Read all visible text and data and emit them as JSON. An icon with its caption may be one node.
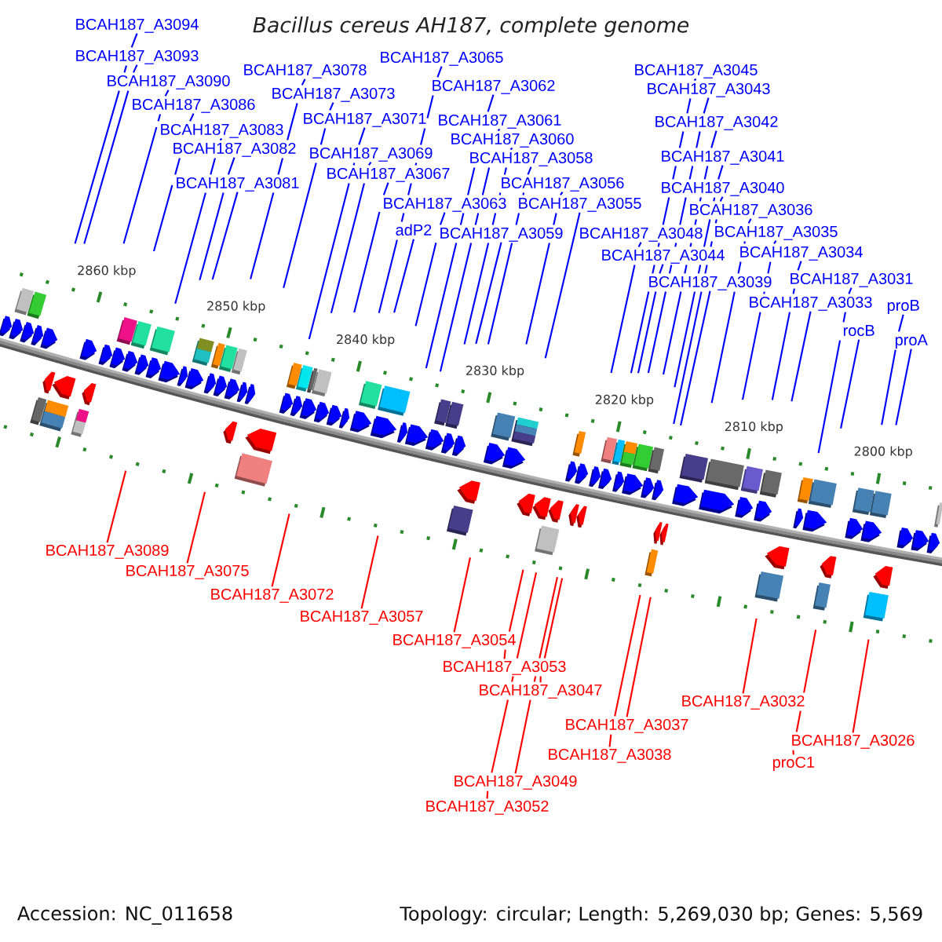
{
  "diagram": {
    "title": "Bacillus cereus AH187, complete genome",
    "nodes": [
      {
        "text": [
          "BCAH187_A3094"
        ]
      },
      {
        "text": [
          "BCAH187_A3093"
        ]
      },
      {
        "text": [
          "BCAH187_A3065"
        ]
      },
      {
        "text": [
          "BCAH187_A3078"
        ]
      },
      {
        "text": [
          "BCAH187_A3045"
        ]
      },
      {
        "text": [
          "BCAH187_A3090"
        ]
      },
      {
        "text": [
          "BCAH187_A3062"
        ]
      },
      {
        "text": [
          "BCAH187_A3043"
        ]
      },
      {
        "text": [
          "BCAH187_A3073"
        ]
      },
      {
        "text": [
          "BCAH187_A3086"
        ]
      },
      {
        "text": [
          "BCAH187_A3071"
        ]
      },
      {
        "text": [
          "BCAH187_A3061"
        ]
      },
      {
        "text": [
          "BCAH187_A3042"
        ]
      },
      {
        "text": [
          "BCAH187_A3083"
        ]
      },
      {
        "text": [
          "BCAH187_A3060"
        ]
      },
      {
        "text": [
          "BCAH187_A3082"
        ]
      },
      {
        "text": [
          "BCAH187_A3069"
        ]
      },
      {
        "text": [
          "BCAH187_A3041"
        ]
      },
      {
        "text": [
          "BCAH187_A3058"
        ]
      },
      {
        "text": [
          "BCAH187_A3067"
        ]
      },
      {
        "text": [
          "BCAH187_A3081"
        ]
      },
      {
        "text": [
          "BCAH187_A3056"
        ]
      },
      {
        "text": [
          "BCAH187_A3040"
        ]
      },
      {
        "text": [
          "BCAH187_A3063"
        ]
      },
      {
        "text": [
          "BCAH187_A3055"
        ]
      },
      {
        "text": [
          "BCAH187_A3036"
        ]
      },
      {
        "text": [
          "adP2"
        ]
      },
      {
        "text": [
          "BCAH187_A3035"
        ]
      },
      {
        "text": [
          "BCAH187_A3059"
        ]
      },
      {
        "text": [
          "BCAH187_A3048"
        ]
      },
      {
        "text": [
          "BCAH187_A3034"
        ]
      },
      {
        "text": [
          "BCAH187_A3044"
        ]
      },
      {
        "text": [
          "BCAH187_A3031"
        ]
      },
      {
        "text": [
          "BCAH187_A3039"
        ]
      },
      {
        "text": [
          "BCAH187_A3033"
        ]
      },
      {
        "text": [
          "proB"
        ]
      },
      {
        "text": [
          "rocB"
        ]
      },
      {
        "text": [
          "proA"
        ]
      },
      {
        "text": [
          "BCAH187_A3089"
        ]
      },
      {
        "text": [
          "BCAH187_A3075"
        ]
      },
      {
        "text": [
          "BCAH187_A3072"
        ]
      },
      {
        "text": [
          "BCAH187_A3057"
        ]
      },
      {
        "text": [
          "BCAH187_A3054"
        ]
      },
      {
        "text": [
          "BCAH187_A3053"
        ]
      },
      {
        "text": [
          "BCAH187_A3047"
        ]
      },
      {
        "text": [
          "BCAH187_A3032"
        ]
      },
      {
        "text": [
          "BCAH187_A3037"
        ]
      },
      {
        "text": [
          "BCAH187_A3026"
        ]
      },
      {
        "text": [
          "BCAH187_A3038"
        ]
      },
      {
        "text": [
          "proC1"
        ]
      },
      {
        "text": [
          "BCAH187_A3049"
        ]
      },
      {
        "text": [
          "BCAH187_A3052"
        ]
      }
    ],
    "edges": [
      {
        "from": 0,
        "to": null,
        "arrow": "none"
      },
      {
        "from": 1,
        "to": null,
        "arrow": "none"
      },
      {
        "from": 2,
        "to": null,
        "arrow": "none"
      },
      {
        "from": 3,
        "to": null,
        "arrow": "none"
      },
      {
        "from": 4,
        "to": null,
        "arrow": "none"
      },
      {
        "from": 5,
        "to": null,
        "arrow": "none"
      },
      {
        "from": 6,
        "to": null,
        "arrow": "none"
      },
      {
        "from": 7,
        "to": null,
        "arrow": "none"
      },
      {
        "from": 8,
        "to": null,
        "arrow": "none"
      },
      {
        "from": 9,
        "to": null,
        "arrow": "none"
      },
      {
        "from": 10,
        "to": null,
        "arrow": "none"
      },
      {
        "from": 11,
        "to": null,
        "arrow": "none"
      },
      {
        "from": 12,
        "to": null,
        "arrow": "none"
      },
      {
        "from": 13,
        "to": null,
        "arrow": "none"
      },
      {
        "from": 14,
        "to": null,
        "arrow": "none"
      },
      {
        "from": 15,
        "to": null,
        "arrow": "none"
      },
      {
        "from": 16,
        "to": null,
        "arrow": "none"
      },
      {
        "from": 17,
        "to": null,
        "arrow": "none"
      },
      {
        "from": 18,
        "to": null,
        "arrow": "none"
      },
      {
        "from": 19,
        "to": null,
        "arrow": "none"
      },
      {
        "from": 20,
        "to": null,
        "arrow": "none"
      },
      {
        "from": 21,
        "to": null,
        "arrow": "none"
      },
      {
        "from": 22,
        "to": null,
        "arrow": "none"
      },
      {
        "from": 23,
        "to": null,
        "arrow": "none"
      },
      {
        "from": 24,
        "to": null,
        "arrow": "none"
      },
      {
        "from": 25,
        "to": null,
        "arrow": "none"
      },
      {
        "from": 26,
        "to": null,
        "arrow": "none"
      },
      {
        "from": 27,
        "to": null,
        "arrow": "none"
      },
      {
        "from": 28,
        "to": null,
        "arrow": "none"
      },
      {
        "from": 29,
        "to": null,
        "arrow": "none"
      },
      {
        "from": 30,
        "to": null,
        "arrow": "none"
      },
      {
        "from": 31,
        "to": null,
        "arrow": "none"
      },
      {
        "from": 32,
        "to": null,
        "arrow": "none"
      },
      {
        "from": 33,
        "to": null,
        "arrow": "none"
      },
      {
        "from": 34,
        "to": null,
        "arrow": "none"
      },
      {
        "from": 35,
        "to": null,
        "arrow": "none"
      },
      {
        "from": 36,
        "to": null,
        "arrow": "none"
      },
      {
        "from": 37,
        "to": null,
        "arrow": "none"
      },
      {
        "from": 38,
        "to": null,
        "arrow": "none",
        "color": "#ff0000"
      },
      {
        "from": 39,
        "to": null,
        "arrow": "none",
        "color": "#ff0000"
      },
      {
        "from": 40,
        "to": null,
        "arrow": "none",
        "color": "#ff0000"
      },
      {
        "from": 41,
        "to": null,
        "arrow": "none",
        "color": "#ff0000"
      },
      {
        "from": 42,
        "to": null,
        "arrow": "none",
        "color": "#ff0000"
      },
      {
        "from": 43,
        "to": null,
        "arrow": "none",
        "color": "#ff0000"
      },
      {
        "from": 44,
        "to": null,
        "arrow": "none",
        "color": "#ff0000"
      },
      {
        "from": 45,
        "to": null,
        "arrow": "none",
        "color": "#ff0000"
      },
      {
        "from": 46,
        "to": null,
        "arrow": "none",
        "color": "#ff0000"
      },
      {
        "from": 47,
        "to": null,
        "arrow": "none",
        "color": "#ff0000"
      },
      {
        "from": 48,
        "to": null,
        "arrow": "none",
        "color": "#ff0000"
      },
      {
        "from": 49,
        "to": null,
        "arrow": "none",
        "color": "#ff0000"
      },
      {
        "from": 50,
        "to": null,
        "arrow": "none",
        "color": "#ff0000"
      },
      {
        "from": 51,
        "to": null,
        "arrow": "none",
        "color": "#ff0000"
      }
    ],
    "labels": [
      "2860 kbp",
      "2850 kbp",
      "2840 kbp",
      "2830 kbp",
      "2820 kbp",
      "2810 kbp",
      "2800 kbp",
      "Accession: NC_011658",
      "Topology: circular; Length: 5,269,030 bp; Genes: 5,569"
    ]
  }
}
